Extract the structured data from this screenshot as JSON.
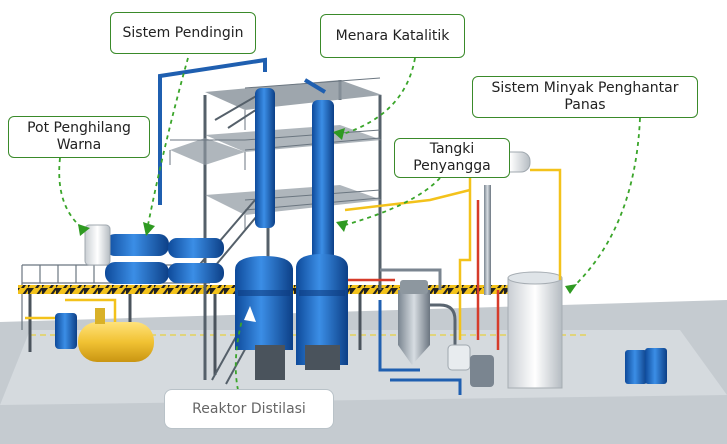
{
  "labels": {
    "cooling_system": "Sistem Pendingin",
    "catalytic_tower": "Menara Katalitik",
    "color_remover": "Pot Penghilang\nWarna",
    "heat_oil_system": "Sistem Minyak Penghantar\nPanas",
    "buffer_tank": "Tangki\nPenyangga",
    "distillation_reactor": "Reaktor Distilasi"
  },
  "colors": {
    "accent_green": "#3a8a2a",
    "steel_blue": "#1f5fb0",
    "frame_grey": "#55606a",
    "hazard_yellow": "#f3c21b",
    "floor": "#c5cbd0"
  }
}
